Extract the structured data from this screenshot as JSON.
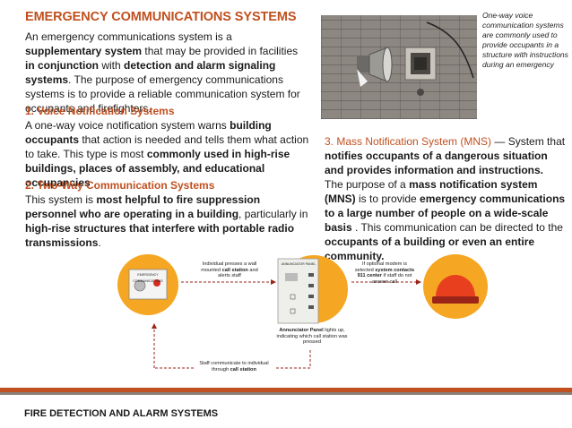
{
  "title": "EMERGENCY COMMUNICATIONS SYSTEMS",
  "intro": {
    "t1": "An emergency communications system is a ",
    "b1": "supplementary system",
    "t2": " that may be provided in facilities ",
    "b2": "in conjunction",
    "t3": " with ",
    "b3": "detection and alarm signaling systems",
    "t4": ". The purpose of emergency communications systems is to provide a reliable communication system for occupants and firefighters."
  },
  "voice": {
    "heading": "1. Voice Notification Systems",
    "t1": "A one-way voice notification system warns ",
    "b1": "building occupants",
    "t2": " that action is needed and tells them what action to take. This type is most ",
    "b2": "commonly used in high-rise buildings, places of assembly, and educational occupancies"
  },
  "twoway": {
    "heading": "2. Two-Way Communication Systems",
    "t1": "This system is ",
    "b1": "most helpful to fire suppression personnel who are operating in a building",
    "t2": ", particularly in ",
    "b2": "high-rise structures that interfere with portable radio transmissions",
    "t3": "."
  },
  "photo_caption": "One-way voice communication systems are commonly used to provide occupants in a structure with instructions during an emergency",
  "mns": {
    "heading": "3. Mass Notification System (MNS)",
    "t1": " — System that ",
    "b1": "notifies occupants of a dangerous situation and provides information and instructions.",
    "t2": "The purpose of a ",
    "b2": "mass notification system (MNS)",
    "t3": " is to provide ",
    "b3": "emergency communications to a large number of people on a wide-scale basis",
    "t4": " . This communication can be directed to the ",
    "b4": "occupants of a building or even an entire community."
  },
  "diagram": {
    "call_station_title": "EMERGENCY COMMUNICATIONS",
    "step1_a": "Individual presses a wall mounted ",
    "step1_b": "call station",
    "step1_c": " and alerts staff",
    "panel_title": "ANNUNCIATOR PANEL",
    "step2_a": "Annunciator Panel",
    "step2_b": " lights up, indicating which call station was pressed",
    "step3_a": "If optional modem is selected ",
    "step3_b": "system contacts 911 center",
    "step3_c": " if staff do not answer call",
    "step4_a": "Staff communicate to individual through ",
    "step4_b": "call station"
  },
  "colors": {
    "accent": "#c0501f",
    "beacon": "#e8401f",
    "beacon_ring": "#f5a623"
  },
  "footer": "FIRE DETECTION AND ALARM SYSTEMS"
}
